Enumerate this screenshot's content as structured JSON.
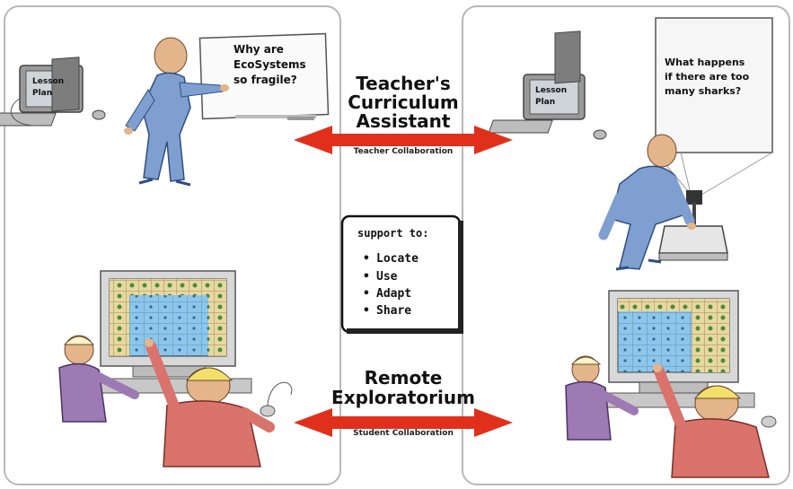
{
  "top_link": {
    "title_lines": [
      "Teacher's",
      "Curriculum",
      "Assistant"
    ],
    "subtitle": "Teacher Collaboration"
  },
  "bottom_link": {
    "title_lines": [
      "Remote",
      "Exploratorium"
    ],
    "subtitle": "Student Collaboration"
  },
  "left_board": {
    "lines": [
      "Why are",
      "EcoSystems",
      "so fragile?"
    ]
  },
  "right_screen": {
    "lines": [
      "What happens",
      "if there are too",
      "many sharks?"
    ]
  },
  "monitor_label": {
    "lines": [
      "Lesson",
      "Plan"
    ]
  },
  "support_box": {
    "header": "support to:",
    "items": [
      "Locate",
      "Use",
      "Adapt",
      "Share"
    ]
  },
  "colors": {
    "arrow": "#e0301c",
    "teacher": "#7e9fcf",
    "skin": "#e4b48a",
    "student_purple": "#9d7ab3",
    "student_red": "#d9736b",
    "water": "#8cc6ea"
  }
}
